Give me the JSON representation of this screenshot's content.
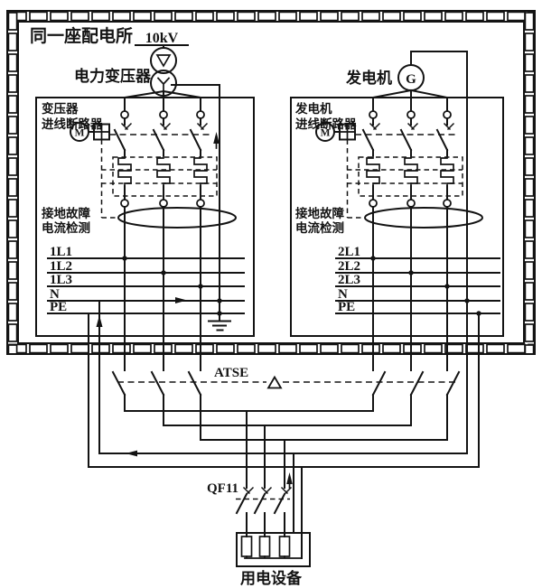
{
  "colors": {
    "ink": "#131313",
    "paper": "#ffffff"
  },
  "header": {
    "building_label": "同一座配电所"
  },
  "source": {
    "voltage": "10kV",
    "transformer_label": "电力变压器"
  },
  "generator": {
    "label": "发电机",
    "symbol": "G"
  },
  "left_panel": {
    "breaker_label": [
      "变压器",
      "进线断路器"
    ],
    "motor_symbol": "M",
    "ground_fault_label": [
      "接地故障",
      "电流检测"
    ],
    "buses": [
      "1L1",
      "1L2",
      "1L3",
      "N",
      "PE"
    ]
  },
  "right_panel": {
    "breaker_label": [
      "发电机",
      "进线断路器"
    ],
    "motor_symbol": "M",
    "ground_fault_label": [
      "接地故障",
      "电流检测"
    ],
    "buses": [
      "2L1",
      "2L2",
      "2L3",
      "N",
      "PE"
    ]
  },
  "transfer_switch": {
    "label": "ATSE"
  },
  "feeder_breaker": {
    "label": "QF11"
  },
  "load": {
    "label": "用电设备"
  }
}
